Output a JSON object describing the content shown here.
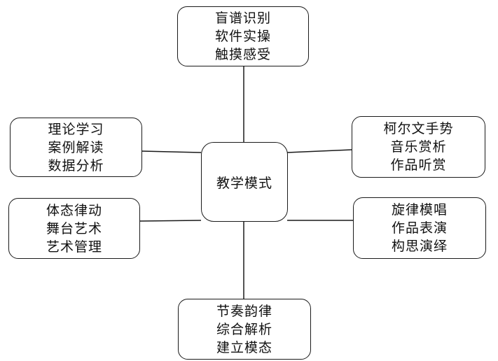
{
  "center": {
    "label": "教学模式"
  },
  "nodes": {
    "top": [
      "盲谱识别",
      "软件实操",
      "触摸感受"
    ],
    "upper_left": [
      "理论学习",
      "案例解读",
      "数据分析"
    ],
    "upper_right": [
      "柯尔文手势",
      "音乐赏析",
      "作品听赏"
    ],
    "lower_left": [
      "体态律动",
      "舞台艺术",
      "艺术管理"
    ],
    "lower_right": [
      "旋律模唱",
      "作品表演",
      "构思演绎"
    ],
    "bottom": [
      "节奏韵律",
      "综合解析",
      "建立模态"
    ]
  }
}
